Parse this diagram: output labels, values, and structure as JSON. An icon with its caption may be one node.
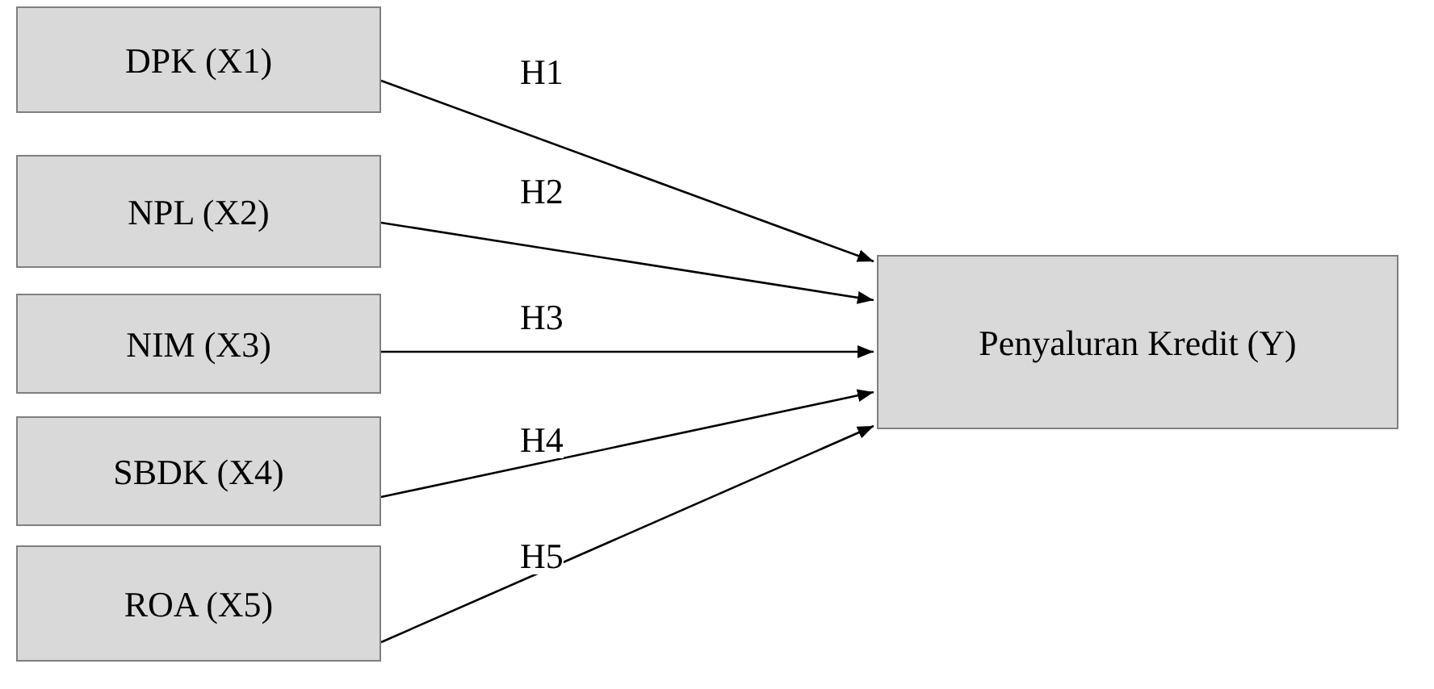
{
  "diagram": {
    "nodes": [
      {
        "text": [
          "DPK (X1)"
        ]
      },
      {
        "text": [
          "NPL (X2)"
        ]
      },
      {
        "text": [
          "NIM (X3)"
        ]
      },
      {
        "text": [
          "SBDK (X4)"
        ]
      },
      {
        "text": [
          "ROA (X5)"
        ]
      },
      {
        "text": [
          "Penyaluran Kredit (Y)"
        ]
      }
    ],
    "edges": [
      {
        "from": 0,
        "to": 5,
        "arrow": "to",
        "label": "H1"
      },
      {
        "from": 1,
        "to": 5,
        "arrow": "to",
        "label": "H2"
      },
      {
        "from": 2,
        "to": 5,
        "arrow": "to",
        "label": "H3"
      },
      {
        "from": 3,
        "to": 5,
        "arrow": "to",
        "label": "H4"
      },
      {
        "from": 4,
        "to": 5,
        "arrow": "to",
        "label": "H5"
      }
    ]
  }
}
